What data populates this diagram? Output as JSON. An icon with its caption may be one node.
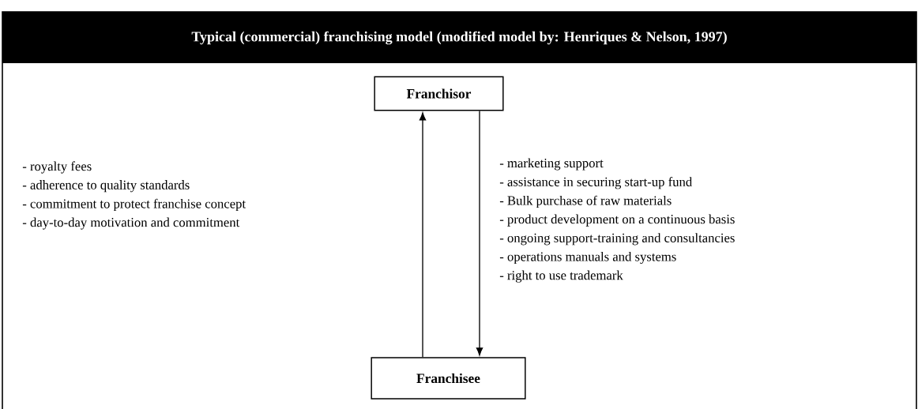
{
  "diagram": {
    "title": "Typical (commercial) franchising model (modified model by: Henriques & Nelson, 1997)",
    "nodes": [
      {
        "text": [
          "Franchisor"
        ]
      },
      {
        "text": [
          "Franchisee"
        ]
      }
    ],
    "edges": [
      {
        "from": 1,
        "to": 0,
        "arrow": "to"
      },
      {
        "from": 0,
        "to": 1,
        "arrow": "to"
      }
    ],
    "labels": [
      "- royalty fees",
      "- adherence to quality standards",
      "- commitment to protect franchise concept",
      "- day-to-day motivation and commitment",
      "- marketing support",
      "- assistance in securing start-up fund",
      "- Bulk purchase of raw materials",
      "- product development on a continuous basis",
      "- ongoing support-training and consultancies",
      "- operations manuals and systems",
      "- right to use trademark"
    ]
  }
}
